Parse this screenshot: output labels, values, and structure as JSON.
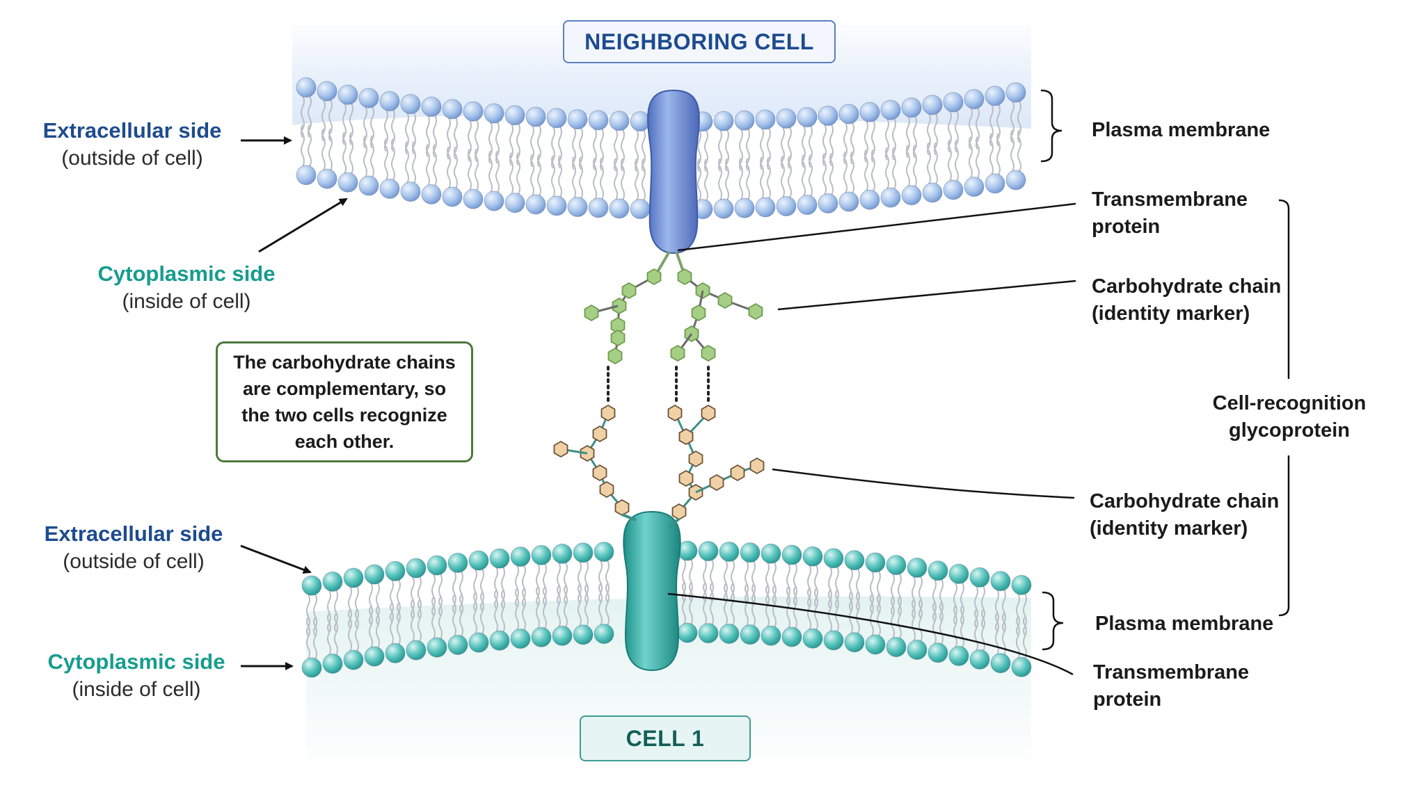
{
  "neighbor_cell": {
    "title": "NEIGHBORING CELL",
    "color": "#1e4b8f"
  },
  "cell1": {
    "title": "CELL 1",
    "color": "#125e58"
  },
  "left_labels": {
    "top_extracellular": {
      "title": "Extracellular side",
      "sub": "(outside of cell)"
    },
    "top_cytoplasmic": {
      "title": "Cytoplasmic side",
      "sub": "(inside of cell)"
    },
    "bottom_extracellular": {
      "title": "Extracellular side",
      "sub": "(outside of cell)"
    },
    "bottom_cytoplasmic": {
      "title": "Cytoplasmic side",
      "sub": "(inside of cell)"
    }
  },
  "right_labels": {
    "top_membrane": "Plasma membrane",
    "top_protein": [
      "Transmembrane",
      "protein"
    ],
    "top_carb": [
      "Carbohydrate chain",
      "(identity marker)"
    ],
    "glycoprotein": [
      "Cell-recognition",
      "glycoprotein"
    ],
    "bottom_carb": [
      "Carbohydrate chain",
      "(identity marker)"
    ],
    "bottom_membrane": "Plasma membrane",
    "bottom_protein": [
      "Transmembrane",
      "protein"
    ]
  },
  "note": "The carbohydrate chains are complementary, so the two cells recognize each other.",
  "colors": {
    "top_head": "#a9c6ec",
    "top_protein": "#6d8fd6",
    "bottom_head": "#57c3bd",
    "bottom_protein": "#2aa79f",
    "green_sugar": "#a6cf86",
    "tan_sugar": "#f0d1a6"
  },
  "icons": [
    "arrow-icon",
    "bracket-icon"
  ]
}
